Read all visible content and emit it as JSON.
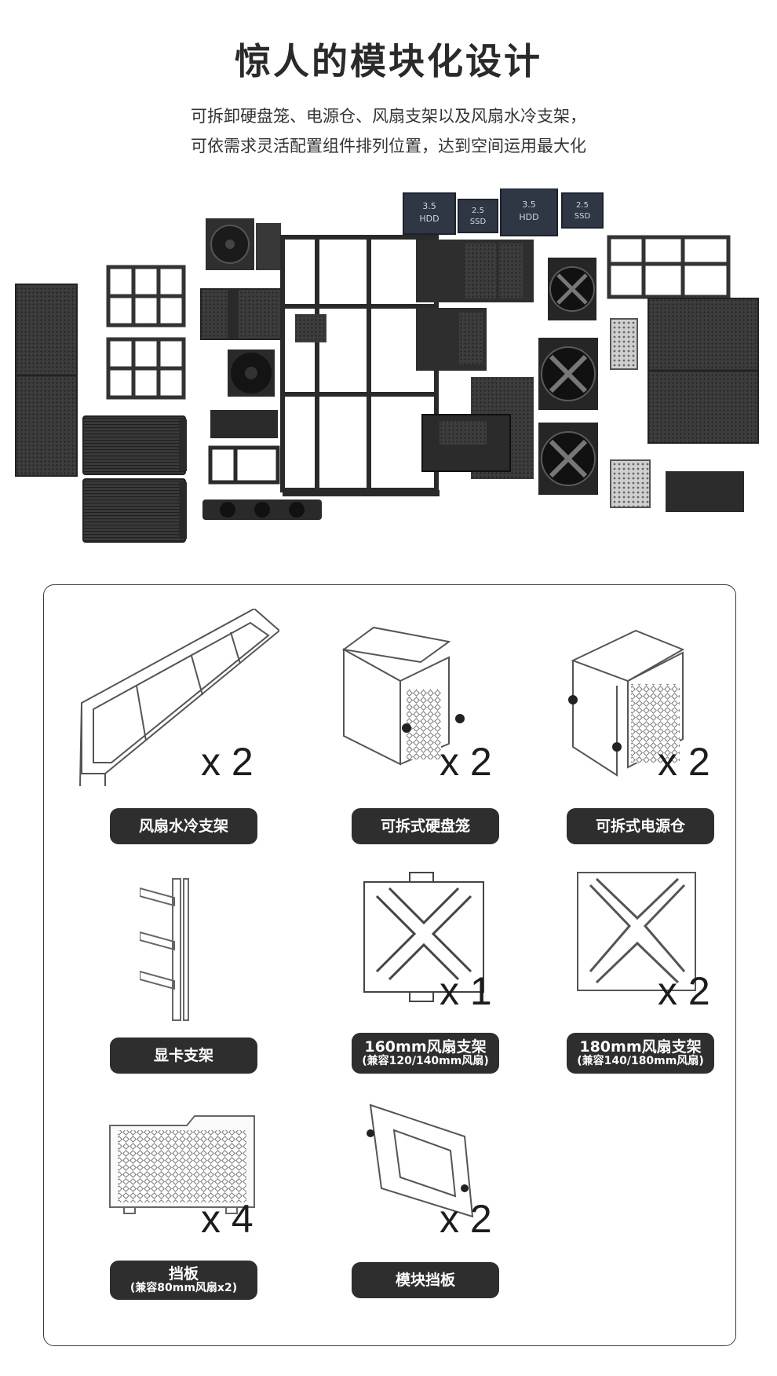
{
  "header": {
    "title": "惊人的模块化设计",
    "line1": "可拆卸硬盘笼、电源仓、风扇支架以及风扇水冷支架，",
    "line2": "可依需求灵活配置组件排列位置，达到空间运用最大化"
  },
  "drives": [
    {
      "top": "3.5",
      "bottom": "HDD"
    },
    {
      "top": "2.5",
      "bottom": "SSD"
    },
    {
      "top": "3.5",
      "bottom": "HDD"
    },
    {
      "top": "2.5",
      "bottom": "SSD"
    }
  ],
  "items": [
    {
      "qty": "x 2",
      "label1": "风扇水冷支架",
      "label2": "",
      "icon": "radiator-bracket-icon"
    },
    {
      "qty": "x 2",
      "label1": "可拆式硬盘笼",
      "label2": "",
      "icon": "drive-cage-icon"
    },
    {
      "qty": "x 2",
      "label1": "可拆式电源仓",
      "label2": "",
      "icon": "psu-bay-icon"
    },
    {
      "qty": "",
      "label1": "显卡支架",
      "label2": "",
      "icon": "gpu-bracket-icon"
    },
    {
      "qty": "x 1",
      "label1": "160mm风扇支架",
      "label2": "(兼容120/140mm风扇)",
      "icon": "fan-bracket-160-icon"
    },
    {
      "qty": "x 2",
      "label1": "180mm风扇支架",
      "label2": "(兼容140/180mm风扇)",
      "icon": "fan-bracket-180-icon"
    },
    {
      "qty": "x 4",
      "label1": "挡板",
      "label2": "(兼容80mm风扇x2)",
      "icon": "cover-plate-icon"
    },
    {
      "qty": "x 2",
      "label1": "模块挡板",
      "label2": "",
      "icon": "module-plate-icon"
    }
  ]
}
